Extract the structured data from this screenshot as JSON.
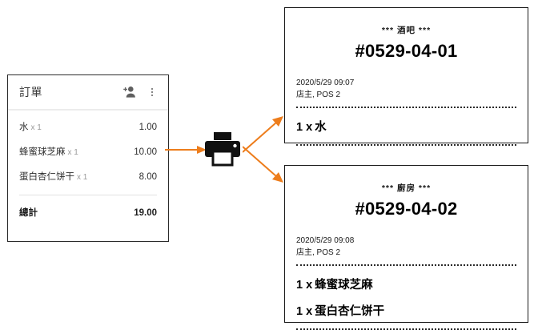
{
  "order_panel": {
    "title": "訂單",
    "add_person_icon": "add-person-icon",
    "overflow_icon": "overflow-menu-icon",
    "items": [
      {
        "name": "水",
        "qty": "x 1",
        "price": "1.00"
      },
      {
        "name": "蜂蜜球芝麻",
        "qty": "x 1",
        "price": "10.00"
      },
      {
        "name": "蛋白杏仁饼干",
        "qty": "x 1",
        "price": "8.00"
      }
    ],
    "total_label": "總計",
    "total_value": "19.00"
  },
  "printer": {
    "icon": "printer-icon",
    "arrow_in": "arrow-right-icon",
    "arrow_up": "arrow-up-right-icon",
    "arrow_down": "arrow-down-right-icon",
    "arrow_color": "#ED7D1C"
  },
  "receipts": [
    {
      "station": "*** 酒吧 ***",
      "number": "#0529-04-01",
      "timestamp": "2020/5/29 09:07",
      "operator": "店主, POS 2",
      "lines": [
        {
          "qty": "1 x",
          "name": "水"
        }
      ]
    },
    {
      "station": "*** 廚房 ***",
      "number": "#0529-04-02",
      "timestamp": "2020/5/29 09:08",
      "operator": "店主, POS 2",
      "lines": [
        {
          "qty": "1 x",
          "name": "蜂蜜球芝麻"
        },
        {
          "qty": "1 x",
          "name": "蛋白杏仁饼干"
        }
      ]
    }
  ]
}
